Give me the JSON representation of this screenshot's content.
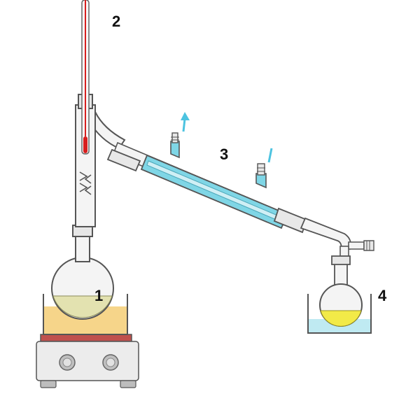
{
  "labels": {
    "flask": "1",
    "thermometer": "2",
    "condenser": "3",
    "receiver": "4"
  },
  "colors": {
    "glass_outline": "#555555",
    "glass_fill": "#f4f4f4",
    "coolant": "#7fd6e6",
    "water_bath": "#bfeaf2",
    "heating_bath": "#f6d58a",
    "distillate": "#f2ea48",
    "residue": "#e3e2b0",
    "thermometer_liquid": "#d81e1e",
    "hotplate_top": "#c0504d",
    "hotplate_body": "#e8e8e8",
    "arrow": "#4cc3e0"
  }
}
